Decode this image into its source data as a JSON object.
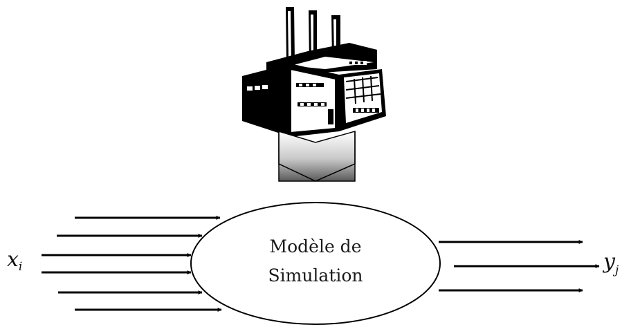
{
  "model": {
    "line1": "Modèle de",
    "line2": "Simulation"
  },
  "input_var": {
    "base": "x",
    "subscript": "i"
  },
  "output_var": {
    "base": "y",
    "subscript": "j"
  },
  "icons": {
    "factory": "factory-icon",
    "down_arrow": "down-chevron-arrow-icon"
  }
}
